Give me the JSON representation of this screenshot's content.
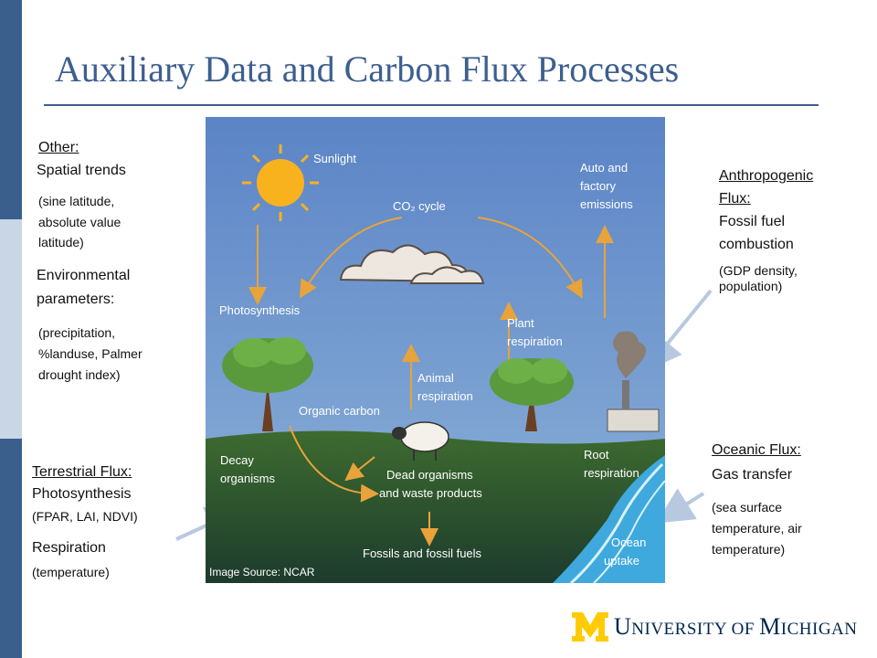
{
  "slide": {
    "title": "Auxiliary Data and Carbon Flux Processes",
    "colors": {
      "accent": "#3d5f8f",
      "band_dark": "#3a5f8d",
      "band_light": "#c9d6e6",
      "maize": "#ffcb05",
      "blue": "#00274c"
    }
  },
  "left_panel": {
    "other_heading": "Other:",
    "spatial_trends": "Spatial trends",
    "spatial_detail_1": "(sine latitude,",
    "spatial_detail_2": "absolute value",
    "spatial_detail_3": "latitude)",
    "env_params_1": "Environmental",
    "env_params_2": "parameters:",
    "env_detail_1": "(precipitation,",
    "env_detail_2": "%landuse, Palmer",
    "env_detail_3": "drought index)"
  },
  "terrestrial": {
    "heading": "Terrestrial Flux:",
    "photosynthesis": "Photosynthesis",
    "photo_detail": "(FPAR, LAI, NDVI)",
    "respiration": "Respiration",
    "resp_detail": "(temperature)"
  },
  "anthropogenic": {
    "heading_1": "Anthropogenic",
    "heading_2": "Flux:",
    "item_1": "Fossil fuel",
    "item_2": "combustion",
    "detail_1": "(GDP density,",
    "detail_2": "population)"
  },
  "oceanic": {
    "heading": "Oceanic Flux:",
    "item": "Gas transfer",
    "detail_1": "(sea surface",
    "detail_2": "temperature, air",
    "detail_3": "temperature)"
  },
  "diagram": {
    "sunlight": "Sunlight",
    "co2_cycle": "CO₂ cycle",
    "auto_1": "Auto and",
    "auto_2": "factory",
    "auto_3": "emissions",
    "photosynthesis": "Photosynthesis",
    "plant_resp_1": "Plant",
    "plant_resp_2": "respiration",
    "animal_resp_1": "Animal",
    "animal_resp_2": "respiration",
    "organic_carbon": "Organic carbon",
    "decay_1": "Decay",
    "decay_2": "organisms",
    "dead_1": "Dead organisms",
    "dead_2": "and waste products",
    "root_1": "Root",
    "root_2": "respiration",
    "fossils": "Fossils and fossil fuels",
    "ocean_1": "Ocean",
    "ocean_2": "uptake",
    "source": "Image Source: NCAR"
  },
  "logo": {
    "text_big_u": "U",
    "text_1": "NIVERSITY OF ",
    "text_big_m": "M",
    "text_2": "ICHIGAN"
  }
}
